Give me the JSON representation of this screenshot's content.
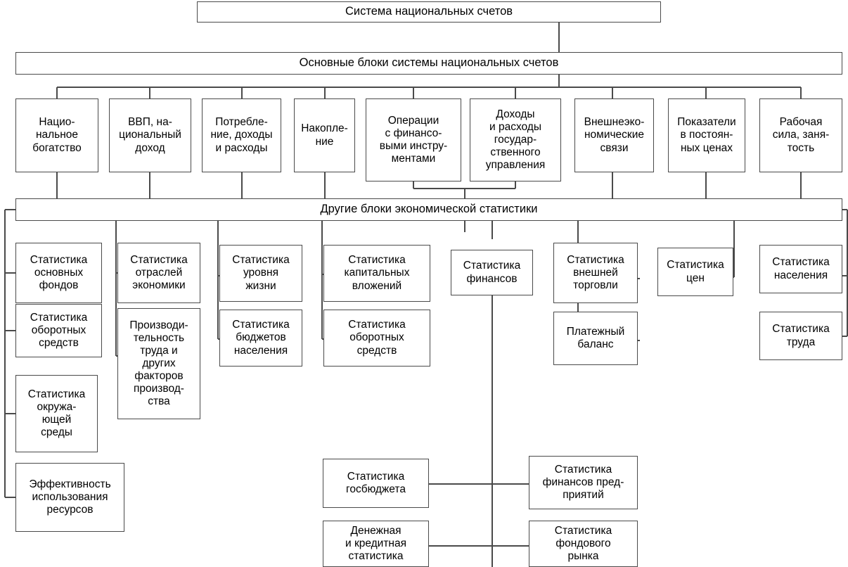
{
  "diagram": {
    "title": "Система национальных счетов",
    "root": {
      "label": "Система национальных счетов"
    },
    "main_bar": {
      "label": "Основные блоки системы национальных счетов"
    },
    "other_bar": {
      "label": "Другие блоки экономической статистики"
    },
    "main_blocks": [
      {
        "label": "Нацио-\nнальное\nбогатство"
      },
      {
        "label": "ВВП, на-\nциональный\nдоход"
      },
      {
        "label": "Потребле-\nние, доходы\nи расходы"
      },
      {
        "label": "Накопле-\nние"
      },
      {
        "label": "Операции\nс финансо-\nвыми инстру-\nментами"
      },
      {
        "label": "Доходы\nи расходы\nгосудар-\nственного\nуправления"
      },
      {
        "label": "Внешнеэко-\nномические\nсвязи"
      },
      {
        "label": "Показатели\nв постоян-\nных ценах"
      },
      {
        "label": "Рабочая\nсила, заня-\nтость"
      }
    ],
    "other_blocks": {
      "column_1": [
        {
          "label": "Статистика\nосновных\nфондов"
        },
        {
          "label": "Статистика\nоборотных\nсредств"
        },
        {
          "label": "Статистика\nокружа-\nющей\nсреды"
        },
        {
          "label": "Эффективность\nиспользования\nресурсов"
        }
      ],
      "column_2": [
        {
          "label": "Статистика\nотраслей\nэкономики"
        },
        {
          "label": "Производи-\nтельность\nтруда и\nдругих\nфакторов\nпроизвод-\nства"
        }
      ],
      "column_3": [
        {
          "label": "Статистика\nуровня\nжизни"
        },
        {
          "label": "Статистика\nбюджетов\nнаселения"
        }
      ],
      "column_4": [
        {
          "label": "Статистика\nкапитальных\nвложений"
        },
        {
          "label": "Статистика\nоборотных\nсредств"
        }
      ],
      "column_5": [
        {
          "label": "Статистика\nфинансов"
        }
      ],
      "column_6": [
        {
          "label": "Статистика\nвнешней\nторговли"
        },
        {
          "label": "Платежный\nбаланс"
        }
      ],
      "column_7": [
        {
          "label": "Статистика\nцен"
        }
      ],
      "column_8": [
        {
          "label": "Статистика\nнаселения"
        },
        {
          "label": "Статистика\nтруда"
        }
      ]
    },
    "finance_blocks": [
      {
        "label": "Статистика\nгосбюджета"
      },
      {
        "label": "Статистика\nфинансов пред-\nприятий"
      },
      {
        "label": "Денежная\nи кредитная\nстатистика"
      },
      {
        "label": "Статистика\nфондового\nрынка"
      }
    ],
    "colors": {
      "line": "#4a4a4a",
      "background": "#ffffff",
      "text": "#000000"
    }
  }
}
